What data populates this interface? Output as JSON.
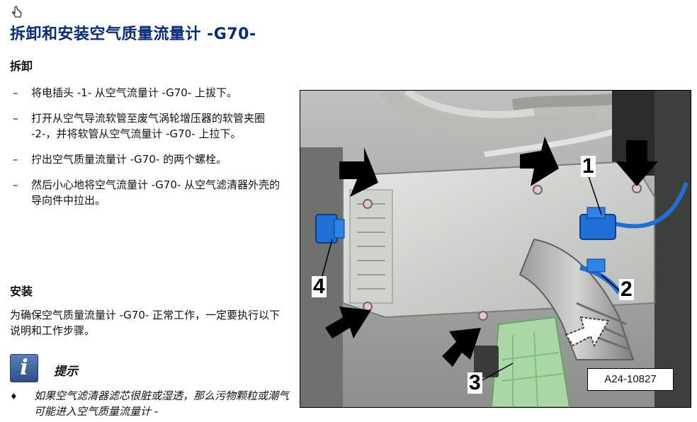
{
  "page": {
    "title": "拆卸和安装空气质量流量计  -G70-",
    "removal_heading": "拆卸",
    "removal_steps": [
      "将电插头 -1- 从空气流量计 -G70- 上拔下。",
      "打开从空气导流软管至废气涡轮增压器的软管夹圈 -2-，并将软管从空气流量计 -G70- 上拉下。",
      "拧出空气质量流量计 -G70- 的两个螺栓。",
      "然后小心地将空气流量计 -G70- 从空气滤清器外壳的导向件中拉出。"
    ],
    "step_bullet": "–",
    "install_heading": "安装",
    "install_paragraph": "为确保空气质量流量计 -G70- 正常工作，一定要执行以下说明和工作步骤。",
    "note_label": "提示",
    "note_icon_glyph": "i",
    "note_bullet": "♦",
    "note_items": [
      "如果空气滤清器滤芯很脏或湿透，那么污物颗粒或潮气可能进入空气质量流量计 -"
    ]
  },
  "figure": {
    "callouts": [
      "1",
      "2",
      "3",
      "4"
    ],
    "code": "A24-10827"
  },
  "colors": {
    "title": "#0a2a7a",
    "connector_blue": "#1f6fd6",
    "duct_green": "#a9d8a6"
  }
}
